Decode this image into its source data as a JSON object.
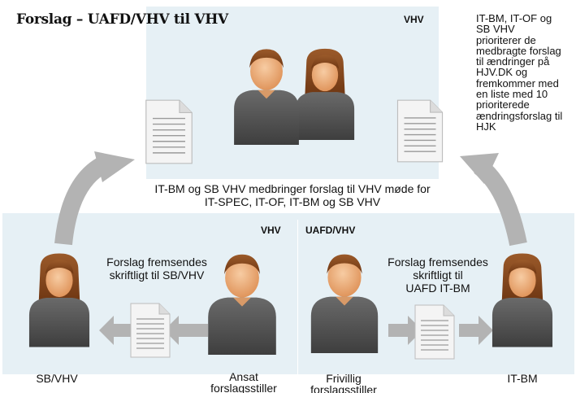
{
  "title": "Forslag – UAFD/VHV til VHV",
  "top_panel": {
    "tag": "VHV",
    "meeting_text": [
      "IT-BM og SB VHV medbringer forslag til VHV møde for",
      "IT-SPEC, IT-OF, IT-BM og SB VHV"
    ]
  },
  "side_note": [
    "IT-BM, IT-OF og",
    "SB VHV",
    "prioriterer  de",
    "medbragte forslag",
    "til ændringer på",
    "HJV.DK og",
    "fremkommer med",
    "en liste med 10",
    "prioriterede",
    "ændringsforslag til",
    "HJK"
  ],
  "left_panel": {
    "tag": "VHV",
    "text": [
      "Forslag fremsendes",
      "skriftligt til SB/VHV"
    ],
    "person_left_label": "SB/VHV",
    "person_right_label": [
      "Ansat",
      "forslagsstiller"
    ]
  },
  "right_panel": {
    "tag": "UAFD/VHV",
    "text": [
      "Forslag fremsendes",
      "skriftligt til",
      "UAFD IT-BM"
    ],
    "person_left_label": [
      "Frivillig",
      "forslagsstiller"
    ],
    "person_right_label": "IT-BM"
  },
  "colors": {
    "panel": "#e6f0f5",
    "arrow": "#b3b3b3",
    "skin": "#f1b98a",
    "hair": "#8b4a1e",
    "body": "#5a5a5a"
  },
  "icons": [
    "male-person-icon",
    "female-person-icon",
    "document-icon",
    "arrow-icon"
  ]
}
